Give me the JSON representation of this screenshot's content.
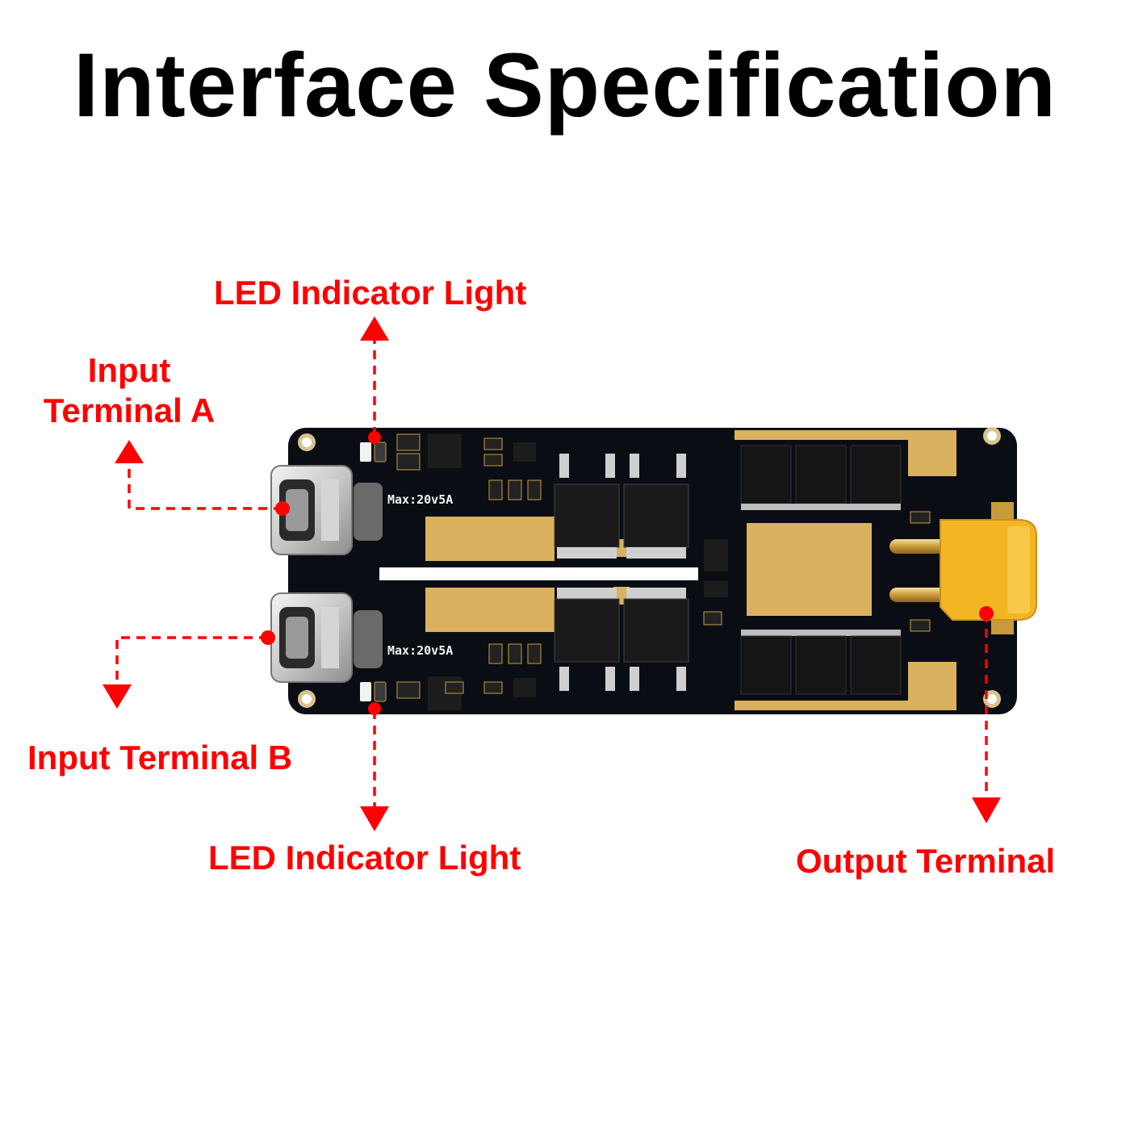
{
  "title": "Interface Specification",
  "labels": {
    "led_top": "LED Indicator Light",
    "input_a_line1": "Input",
    "input_a_line2": "Terminal A",
    "input_b": "Input Terminal B",
    "led_bottom": "LED Indicator Light",
    "output": "Output Terminal"
  },
  "board": {
    "silkscreen_a": "Max:20v5A",
    "silkscreen_b": "Max:20v5A"
  },
  "colors": {
    "annotation": "#ff0000",
    "pcb": "#0b0d14",
    "copper_pad": "#d9b15f",
    "connector": "#f3b522"
  }
}
